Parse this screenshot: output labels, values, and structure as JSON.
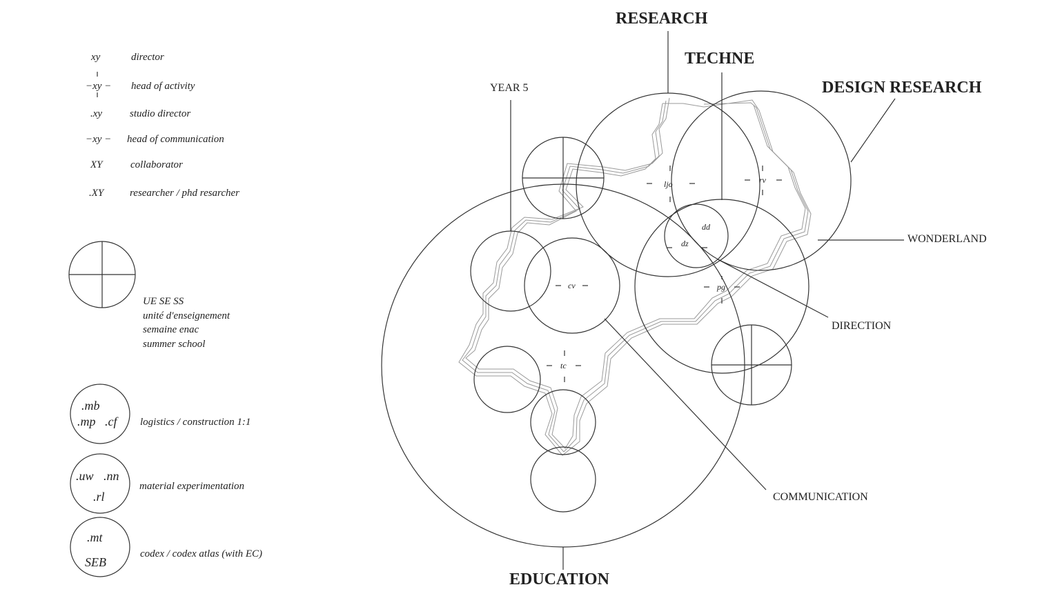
{
  "legend": {
    "roles": [
      {
        "symbol": "xy",
        "label": "director"
      },
      {
        "symbol": "xy",
        "label": "head of activity"
      },
      {
        "symbol": ".xy",
        "label": "studio director"
      },
      {
        "symbol": "xy",
        "label": "head of communication"
      },
      {
        "symbol": "XY",
        "label": "collaborator"
      },
      {
        "symbol": ".XY",
        "label": "researcher / phd resarcher"
      }
    ],
    "ue_lines": [
      "UE SE SS",
      "unité d'enseignement",
      "semaine enac",
      "summer school"
    ],
    "groups": [
      {
        "members": [
          ".mb",
          ".mp",
          ".cf"
        ],
        "label": "logistics / construction 1:1"
      },
      {
        "members": [
          ".uw",
          ".nn",
          ".rl"
        ],
        "label": "material experimentation"
      },
      {
        "members": [
          ".mt",
          "SEB"
        ],
        "label": "codex / codex atlas (with EC)"
      }
    ]
  },
  "diagram": {
    "headings": {
      "research": "RESEARCH",
      "techne": "TECHNE",
      "design_research": "DESIGN RESEARCH",
      "education": "EDUCATION"
    },
    "labels": {
      "year5": "YEAR 5",
      "wonderland": "WONDERLAND",
      "direction": "DIRECTION",
      "communication": "COMMUNICATION"
    },
    "initials": {
      "ljo": "ljo",
      "rv": "rv",
      "dd": "dd",
      "dz": "dz",
      "pg": "pg",
      "cv": "cv",
      "tc": "tc"
    }
  }
}
